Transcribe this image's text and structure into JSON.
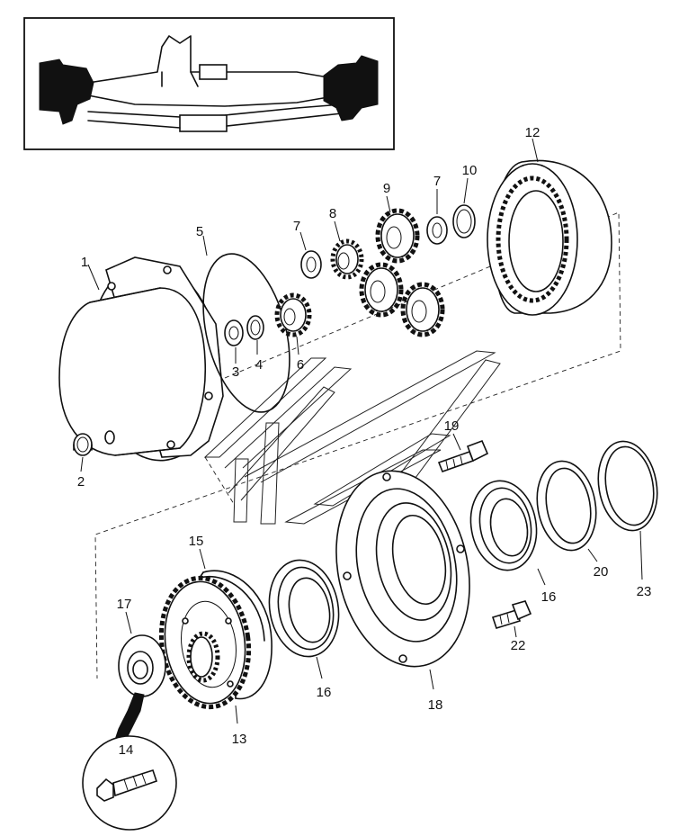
{
  "callouts": [
    {
      "id": "c1",
      "label": "1"
    },
    {
      "id": "c2",
      "label": "2"
    },
    {
      "id": "c3",
      "label": "3"
    },
    {
      "id": "c4",
      "label": "4"
    },
    {
      "id": "c5",
      "label": "5"
    },
    {
      "id": "c6",
      "label": "6"
    },
    {
      "id": "c7a",
      "label": "7"
    },
    {
      "id": "c7b",
      "label": "7"
    },
    {
      "id": "c8",
      "label": "8"
    },
    {
      "id": "c9",
      "label": "9"
    },
    {
      "id": "c10",
      "label": "10"
    },
    {
      "id": "c12",
      "label": "12"
    },
    {
      "id": "c13",
      "label": "13"
    },
    {
      "id": "c14",
      "label": "14"
    },
    {
      "id": "c15",
      "label": "15"
    },
    {
      "id": "c16a",
      "label": "16"
    },
    {
      "id": "c16b",
      "label": "16"
    },
    {
      "id": "c17",
      "label": "17"
    },
    {
      "id": "c18",
      "label": "18"
    },
    {
      "id": "c19",
      "label": "19"
    },
    {
      "id": "c20",
      "label": "20"
    },
    {
      "id": "c22",
      "label": "22"
    },
    {
      "id": "c23",
      "label": "23"
    }
  ]
}
